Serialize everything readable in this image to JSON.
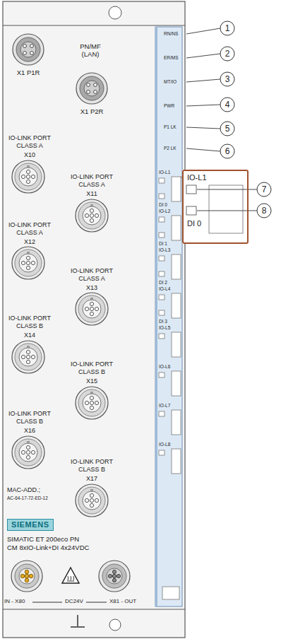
{
  "diagram": {
    "nodes": [
      {
        "text": [
          "SIEMENS"
        ]
      },
      {
        "text": [
          "IO-L1",
          "DI 0"
        ]
      }
    ],
    "labels": [
      "X1 P1R",
      "PN/MF (LAN)",
      "X1 P2R",
      "IO-LINK PORT CLASS A",
      "X10",
      "IO-LINK PORT CLASS A",
      "X11",
      "IO-LINK PORT CLASS A",
      "X12",
      "IO-LINK PORT CLASS A",
      "X13",
      "IO-LINK PORT CLASS B",
      "X14",
      "IO-LINK PORT CLASS B",
      "X15",
      "IO-LINK PORT CLASS B",
      "X16",
      "IO-LINK PORT CLASS B",
      "X17",
      "MAC-ADD.;",
      "AC-64-17-72-ED-12",
      "SIMATIC ET 200eco PN",
      "CM 8xIO-Link+DI 4x24VDC",
      "IN - X80",
      "DC24V",
      "X81 - OUT",
      "RN/NS",
      "ER/MS",
      "MT/IO",
      "PWR",
      "P1 LK",
      "P2 LK",
      "IO-L1",
      "DI 0",
      "IO-L2",
      "DI 1",
      "IO-L3",
      "DI 2",
      "IO-L4",
      "DI 3",
      "IO-L5",
      "IO-L6",
      "IO-L7",
      "IO-L8",
      "1",
      "2",
      "3",
      "4",
      "5",
      "6",
      "7",
      "8"
    ]
  }
}
